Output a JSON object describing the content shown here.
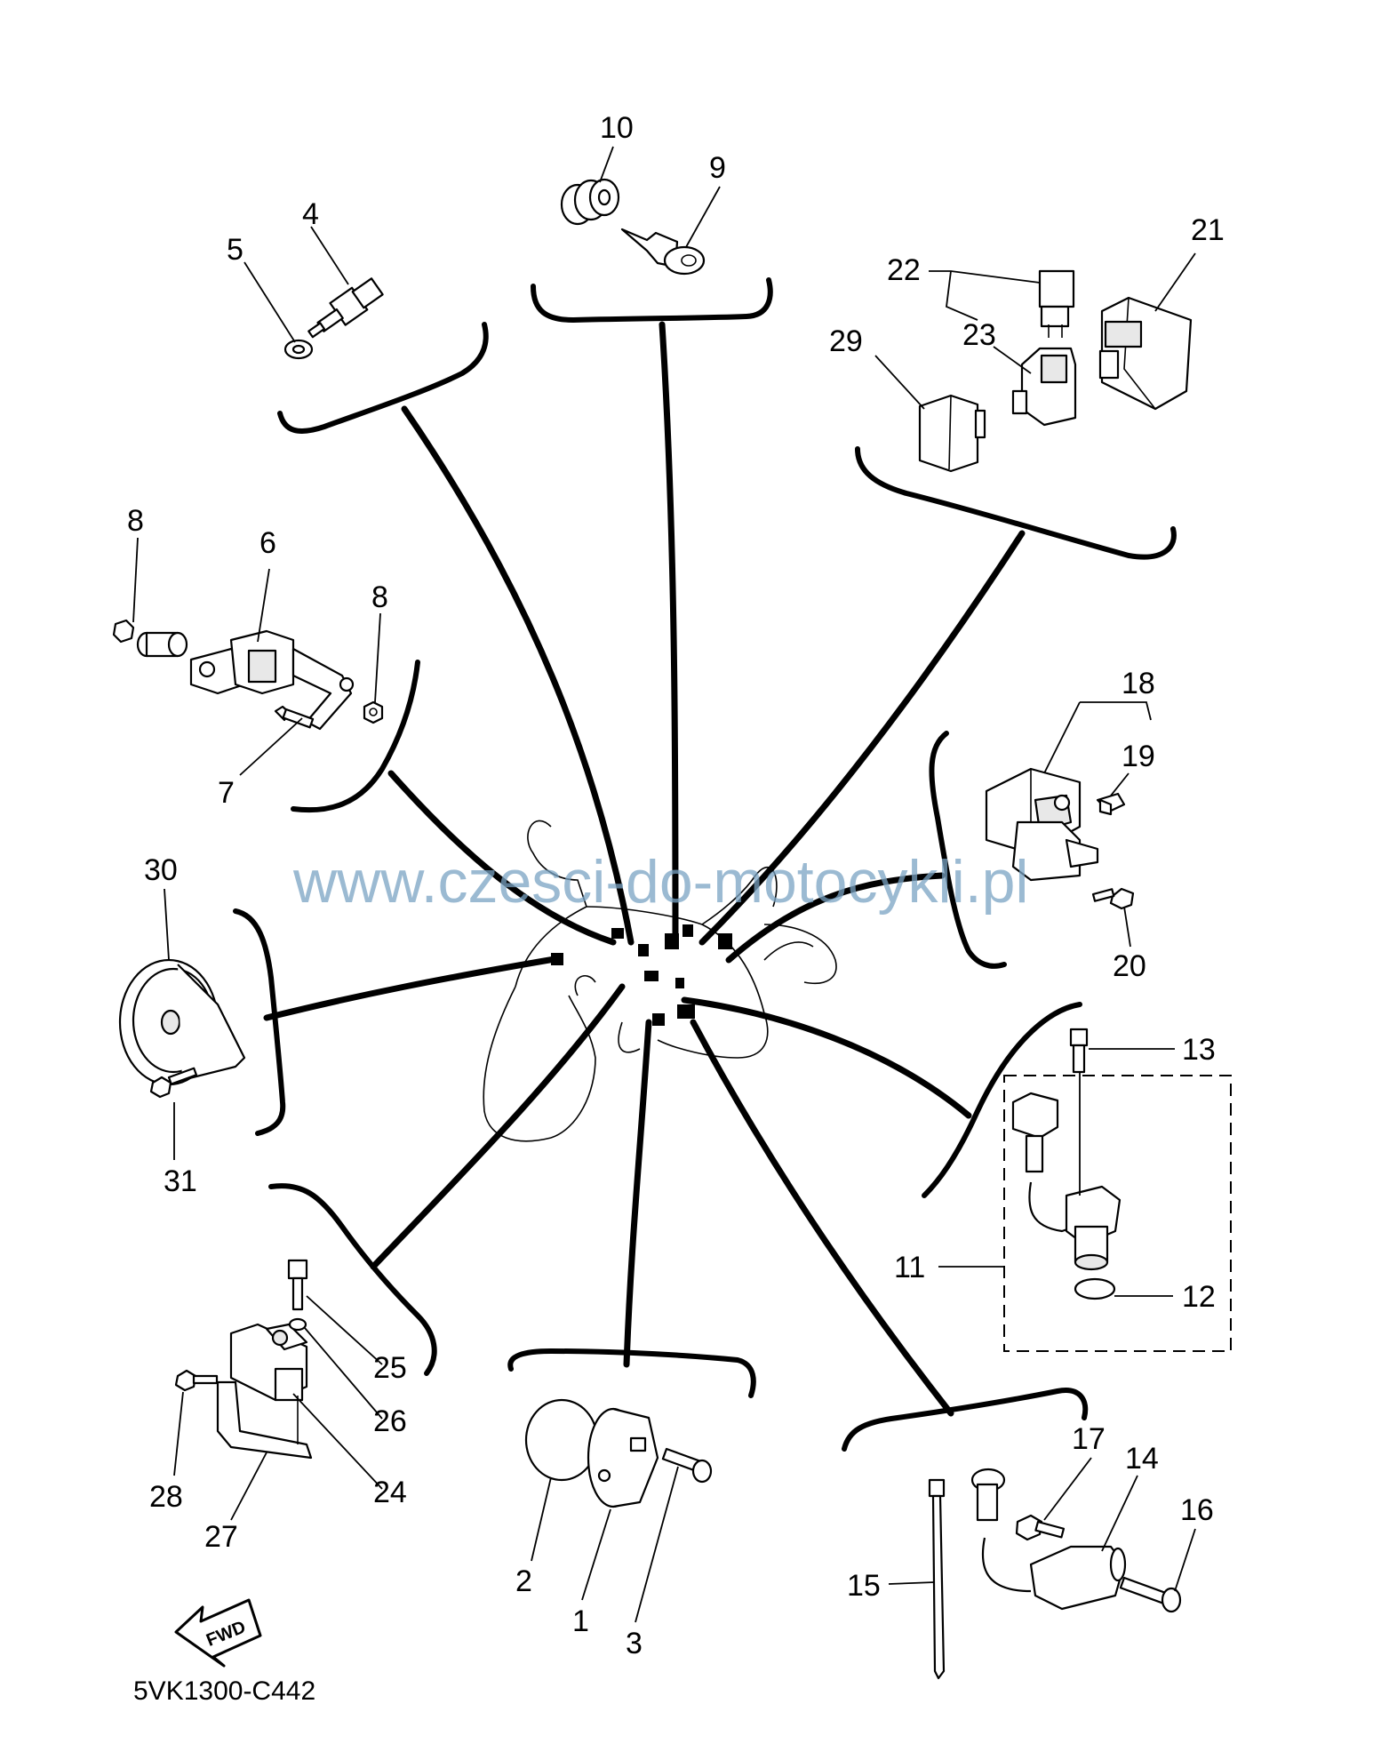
{
  "diagram": {
    "watermark": "www.czesci-do-motocykli.pl",
    "code": "5VK1300-C442",
    "fwd_label": "FWD",
    "callouts": {
      "c1": "1",
      "c2": "2",
      "c3": "3",
      "c4": "4",
      "c5": "5",
      "c6": "6",
      "c7": "7",
      "c8a": "8",
      "c8b": "8",
      "c9": "9",
      "c10": "10",
      "c11": "11",
      "c12": "12",
      "c13": "13",
      "c14": "14",
      "c15": "15",
      "c16": "16",
      "c17": "17",
      "c18": "18",
      "c19": "19",
      "c20": "20",
      "c21": "21",
      "c22": "22",
      "c23": "23",
      "c24": "24",
      "c25": "25",
      "c26": "26",
      "c27": "27",
      "c28": "28",
      "c29": "29",
      "c30": "30",
      "c31": "31"
    }
  }
}
